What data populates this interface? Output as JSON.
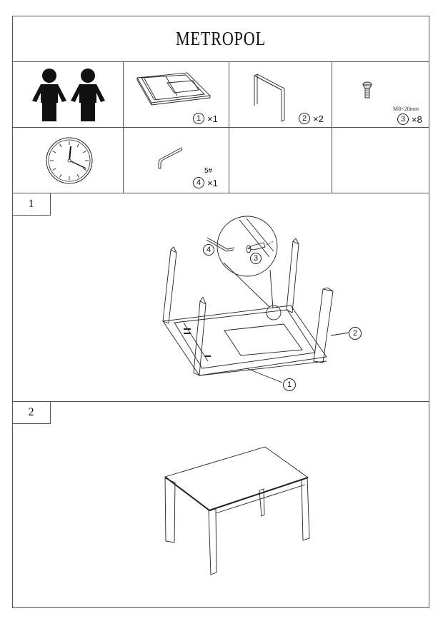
{
  "document": {
    "title": "METROPOL"
  },
  "parts_table": {
    "row1": [
      {
        "kind": "people-icon",
        "label": "two-person-assembly"
      },
      {
        "part_number": "1",
        "quantity": "×1",
        "name": "tabletop-frame"
      },
      {
        "part_number": "2",
        "quantity": "×2",
        "name": "leg-frame"
      },
      {
        "part_number": "3",
        "quantity": "×8",
        "name": "screw",
        "spec": "M8×20mm"
      }
    ],
    "row2": [
      {
        "kind": "clock-icon",
        "label": "assembly-time"
      },
      {
        "part_number": "4",
        "quantity": "×1",
        "name": "allen-key",
        "size": "5#"
      },
      {
        "empty": true
      },
      {
        "empty": true
      }
    ]
  },
  "steps": [
    {
      "number": "1",
      "callouts": [
        {
          "label": "4",
          "target": "allen-key"
        },
        {
          "label": "3",
          "target": "screw"
        },
        {
          "label": "2",
          "target": "leg"
        },
        {
          "label": "1",
          "target": "tabletop"
        }
      ]
    },
    {
      "number": "2",
      "callouts": []
    }
  ]
}
